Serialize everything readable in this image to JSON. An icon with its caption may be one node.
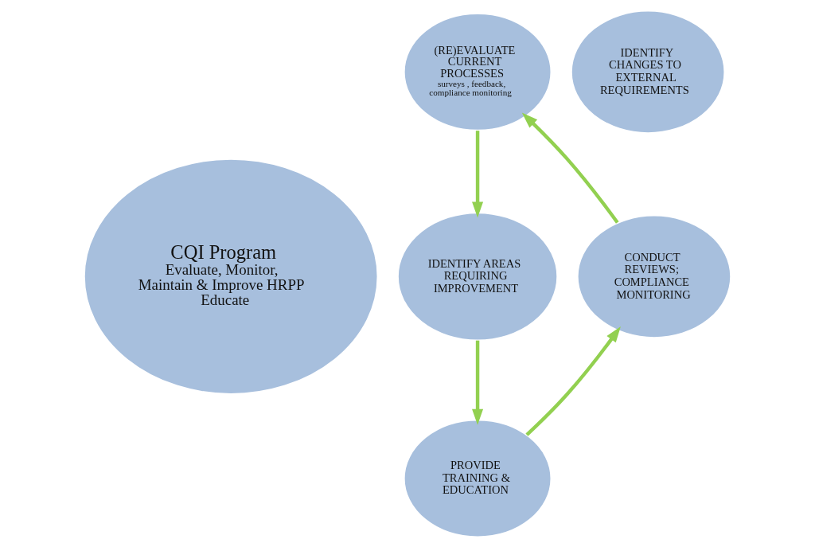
{
  "diagram": {
    "nodes": [
      {
        "text": [
          "CQI Program",
          "Evaluate, Monitor, Maintain & Improve HRPP",
          "Educate"
        ]
      },
      {
        "text": [
          "(RE)EVALUATE CURRENT PROCESSES",
          "surveys , feedback, compliance monitoring"
        ]
      },
      {
        "text": [
          "IDENTIFY CHANGES TO EXTERNAL REQUIREMENTS"
        ]
      },
      {
        "text": [
          "IDENTIFY AREAS REQUIRING IMPROVEMENT"
        ]
      },
      {
        "text": [
          "PROVIDE TRAINING & EDUCATION"
        ]
      },
      {
        "text": [
          "CONDUCT REVIEWS; COMPLIANCE MONITORING"
        ]
      }
    ],
    "edges": [
      {
        "from": 5,
        "to": 1,
        "arrow": "to"
      },
      {
        "from": 1,
        "to": 3,
        "arrow": "to"
      },
      {
        "from": 3,
        "to": 4,
        "arrow": "to"
      },
      {
        "from": 4,
        "to": 5,
        "arrow": "to"
      }
    ]
  }
}
